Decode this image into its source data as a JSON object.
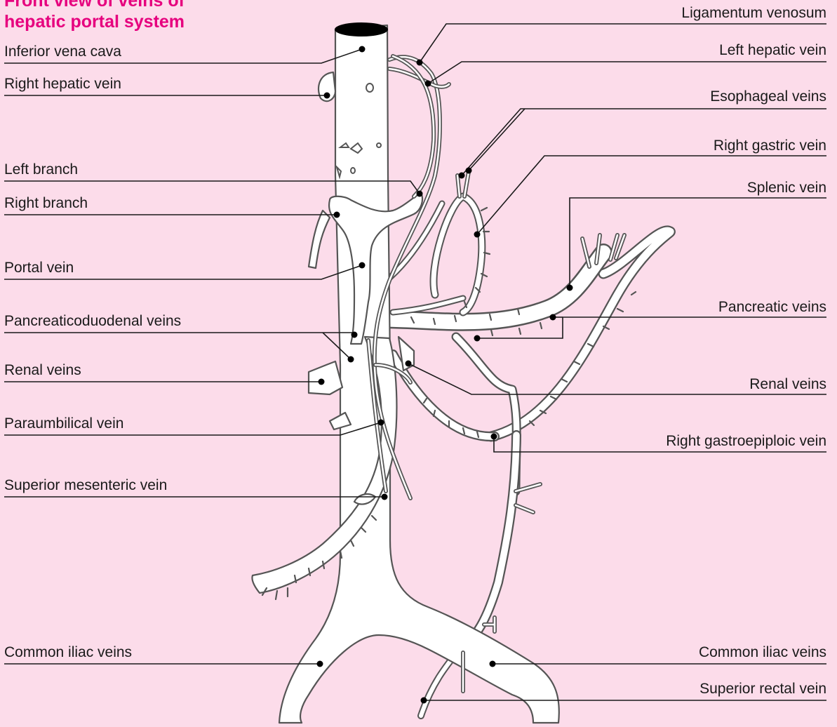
{
  "title": {
    "line1": "Front view of veins of",
    "line2": "hepatic portal system"
  },
  "labels_left": {
    "inferior_vena_cava": "Inferior vena cava",
    "right_hepatic_vein": "Right hepatic vein",
    "left_branch": "Left branch",
    "right_branch": "Right branch",
    "portal_vein": "Portal vein",
    "pancreaticoduodenal_veins": "Pancreaticoduodenal veins",
    "renal_veins": "Renal veins",
    "paraumbilical_vein": "Paraumbilical vein",
    "superior_mesenteric_vein": "Superior mesenteric vein",
    "common_iliac_veins": "Common iliac veins"
  },
  "labels_right": {
    "ligamentum_venosum": "Ligamentum venosum",
    "left_hepatic_vein": "Left hepatic vein",
    "esophageal_veins": "Esophageal veins",
    "right_gastric_vein": "Right gastric vein",
    "splenic_vein": "Splenic vein",
    "pancreatic_veins": "Pancreatic veins",
    "renal_veins": "Renal veins",
    "right_gastroepiploic_vein": "Right gastroepiploic vein",
    "common_iliac_veins": "Common iliac veins",
    "superior_rectal_vein": "Superior rectal vein"
  },
  "colors": {
    "background": "#fcdcea",
    "title": "#e6007e",
    "vein_fill": "#ffffff",
    "vein_outline": "#555555",
    "leader_line": "#1a1a1a"
  }
}
